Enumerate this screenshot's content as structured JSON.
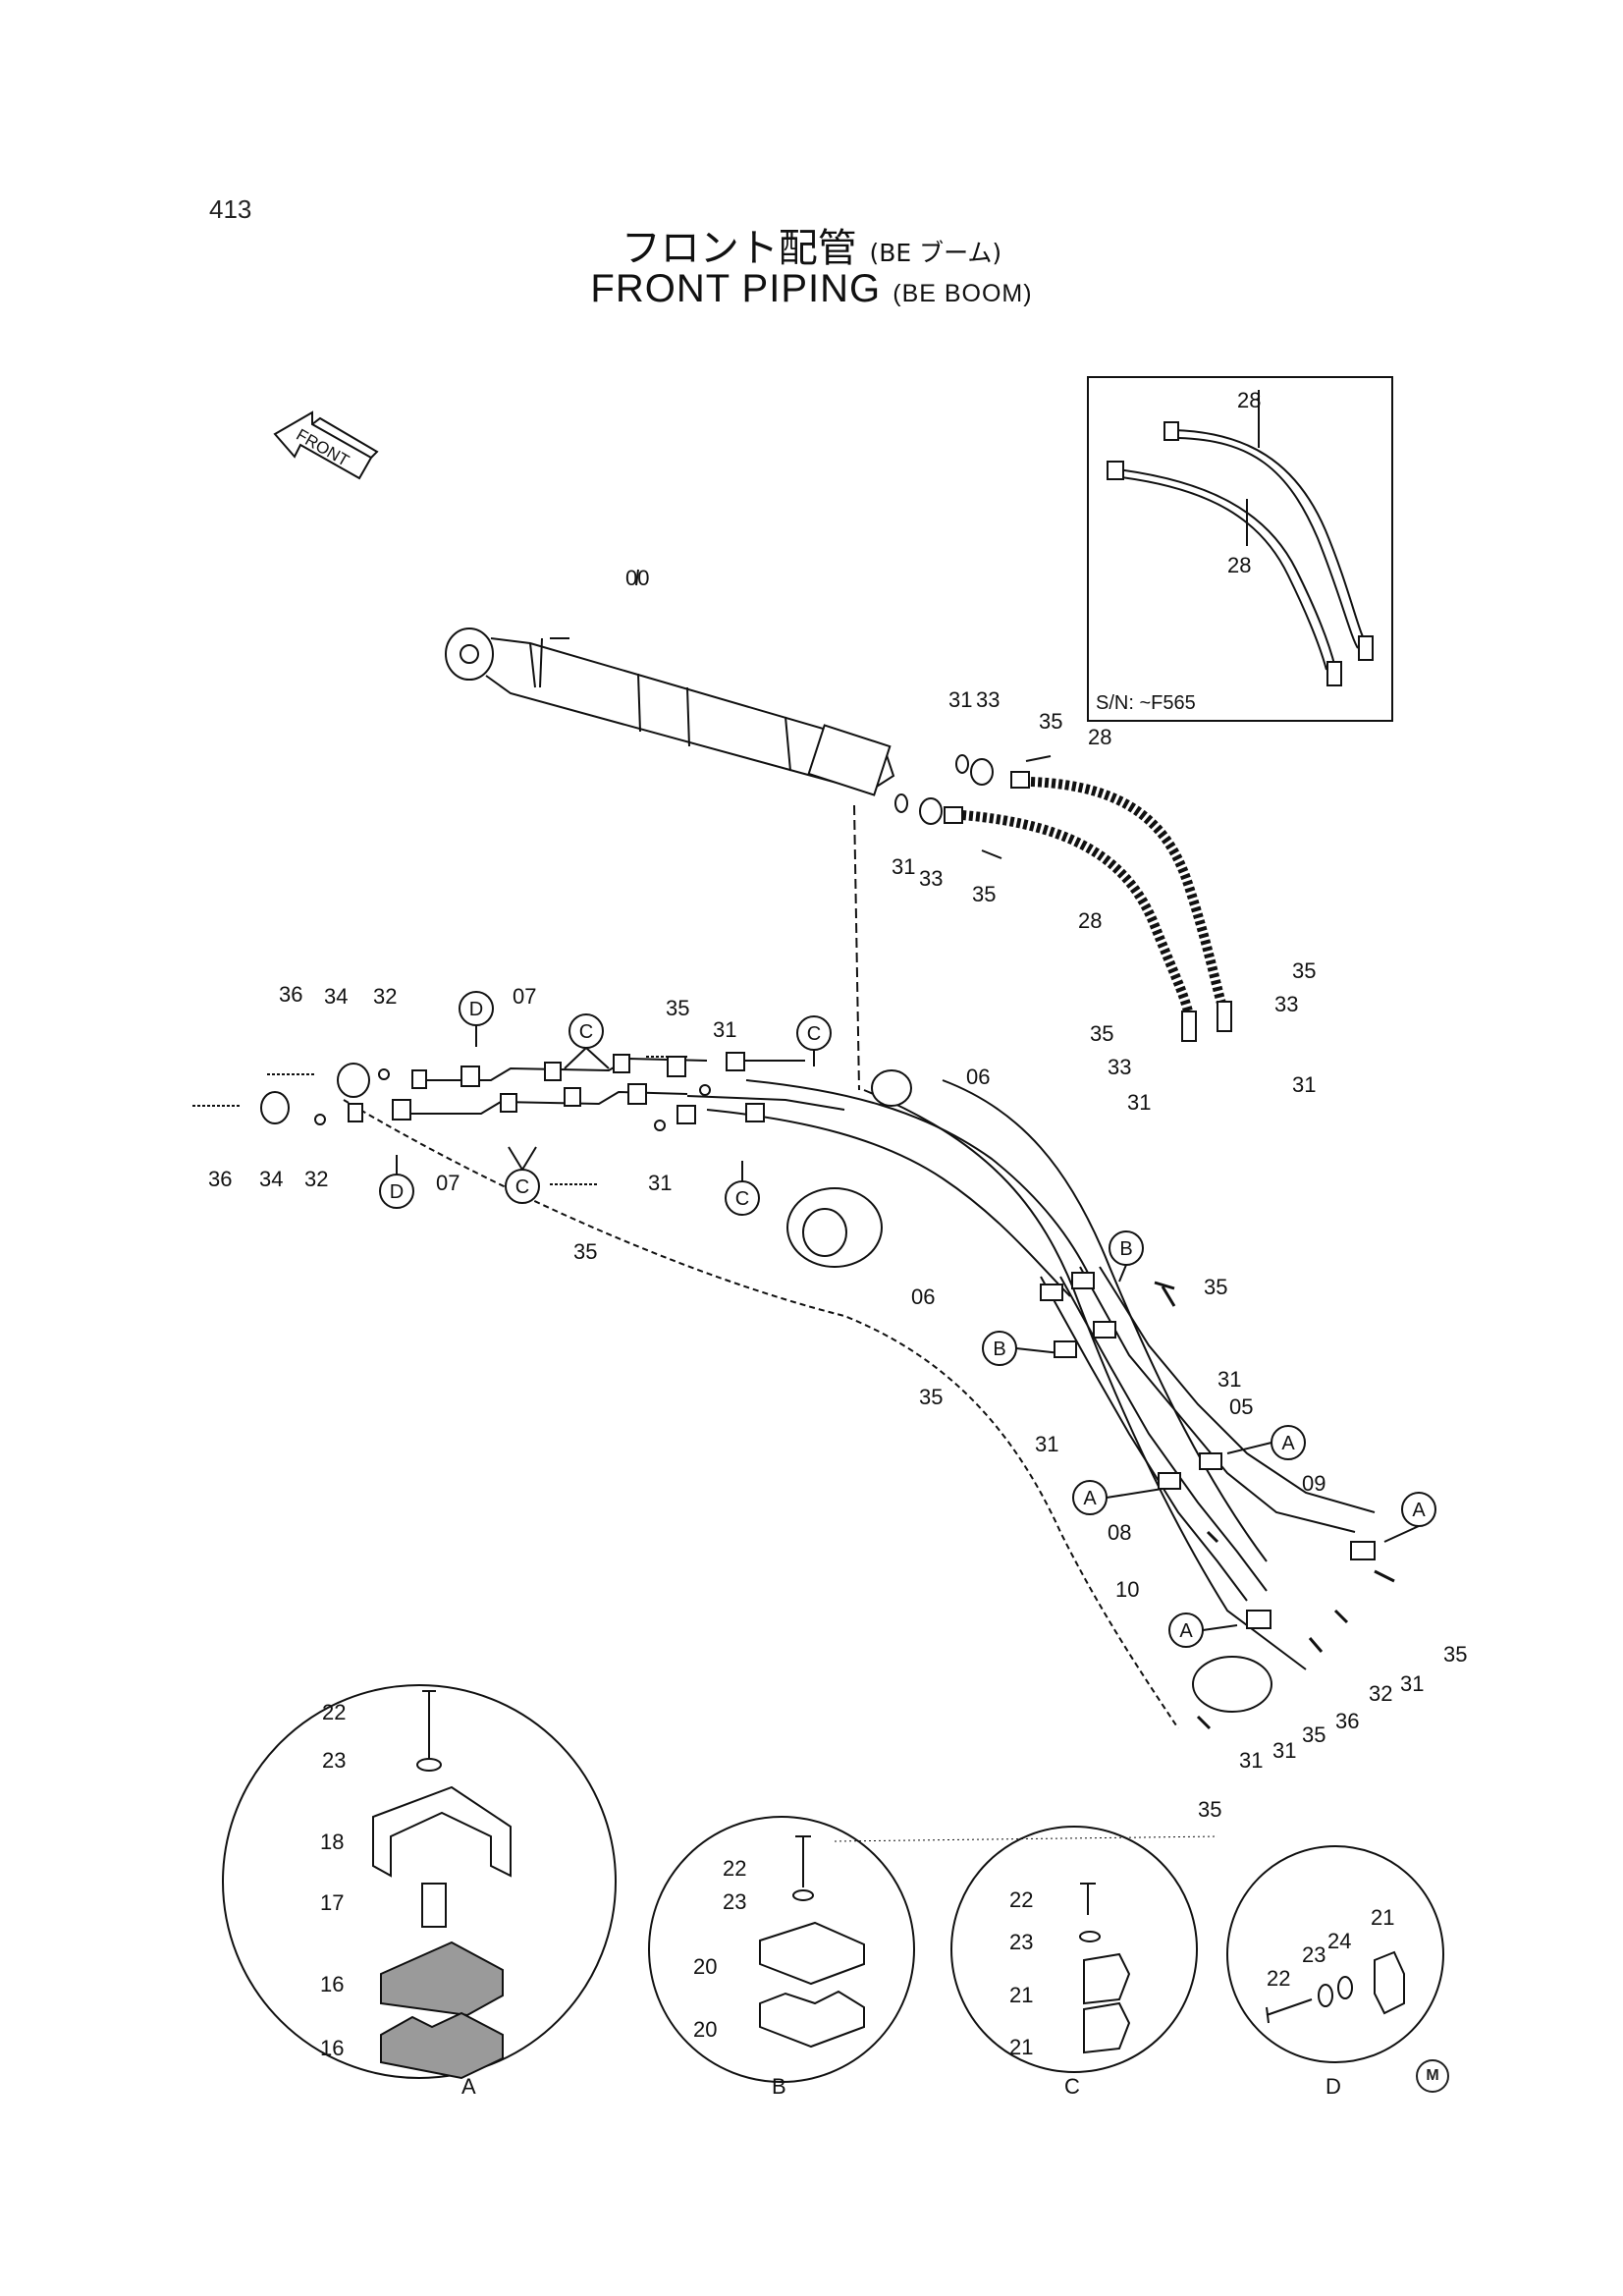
{
  "page_number": "413",
  "title_jp": {
    "main": "フロント配管",
    "sub": "(BE ブーム)"
  },
  "title_en": {
    "main": "FRONT PIPING",
    "sub": "(BE BOOM)"
  },
  "front_arrow_label": "FRONT",
  "serial_note": "S/N:  ~F565",
  "manual_mark": "M",
  "detail_views": [
    "A",
    "B",
    "C",
    "D"
  ],
  "callouts": {
    "cylinder": "00",
    "hose": "28",
    "oring": "31",
    "flange": "33",
    "bolt": "35",
    "bolt_36": "36",
    "block_34": "34",
    "oring_32": "32",
    "pipe_07": "07",
    "pipe_06": "06",
    "pipe_05": "05",
    "pipe_08": "08",
    "pipe_09": "09",
    "pipe_10": "10",
    "clamp_16": "16",
    "spacer_17": "17",
    "plate_18": "18",
    "clamp_20": "20",
    "clamp_21": "21",
    "bolt_22": "22",
    "washer_23": "23",
    "washer_24": "24"
  },
  "colors": {
    "ink": "#111111",
    "paper": "#ffffff",
    "shade": "#9a9a9a"
  }
}
